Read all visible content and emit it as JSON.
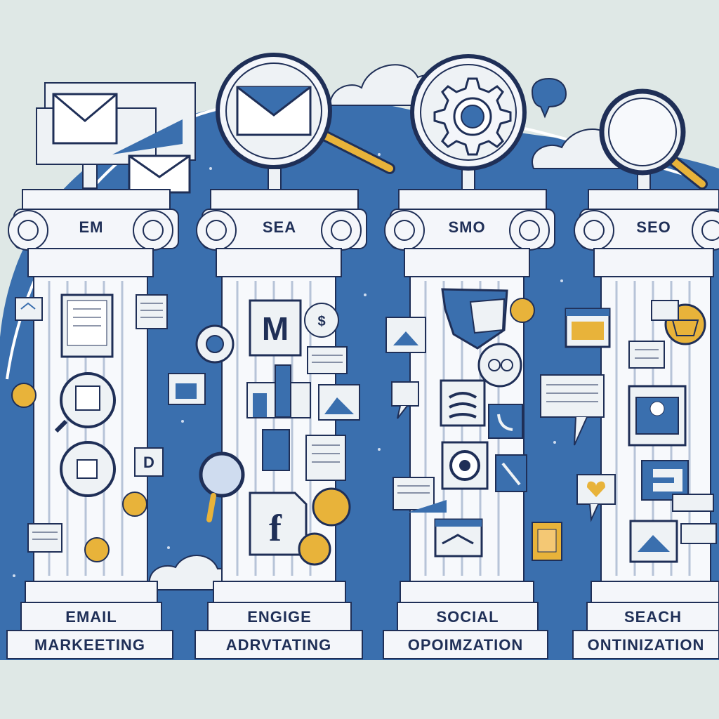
{
  "pillars": [
    {
      "abbr": "EM",
      "line1": "EMAIL",
      "line2": "MARKEETING"
    },
    {
      "abbr": "SEA",
      "line1": "ENGIGE",
      "line2": "ADRVTATING"
    },
    {
      "abbr": "SMO",
      "line1": "SOCIAL",
      "line2": "OPOIMZATION"
    },
    {
      "abbr": "SEO",
      "line1": "SEACH",
      "line2": "ONTINIZATION"
    }
  ],
  "icons": {
    "em_top": "envelope-icon",
    "sea_top": "envelope-magnifier-icon",
    "smo_top": "gear-icon",
    "seo_top": "magnifier-icon"
  },
  "colors": {
    "background": "#dfe8e6",
    "sky_blue": "#3a6fae",
    "pillar_white": "#f4f6fa",
    "outline": "#1f2f57",
    "accent_gold": "#e8b33a"
  }
}
